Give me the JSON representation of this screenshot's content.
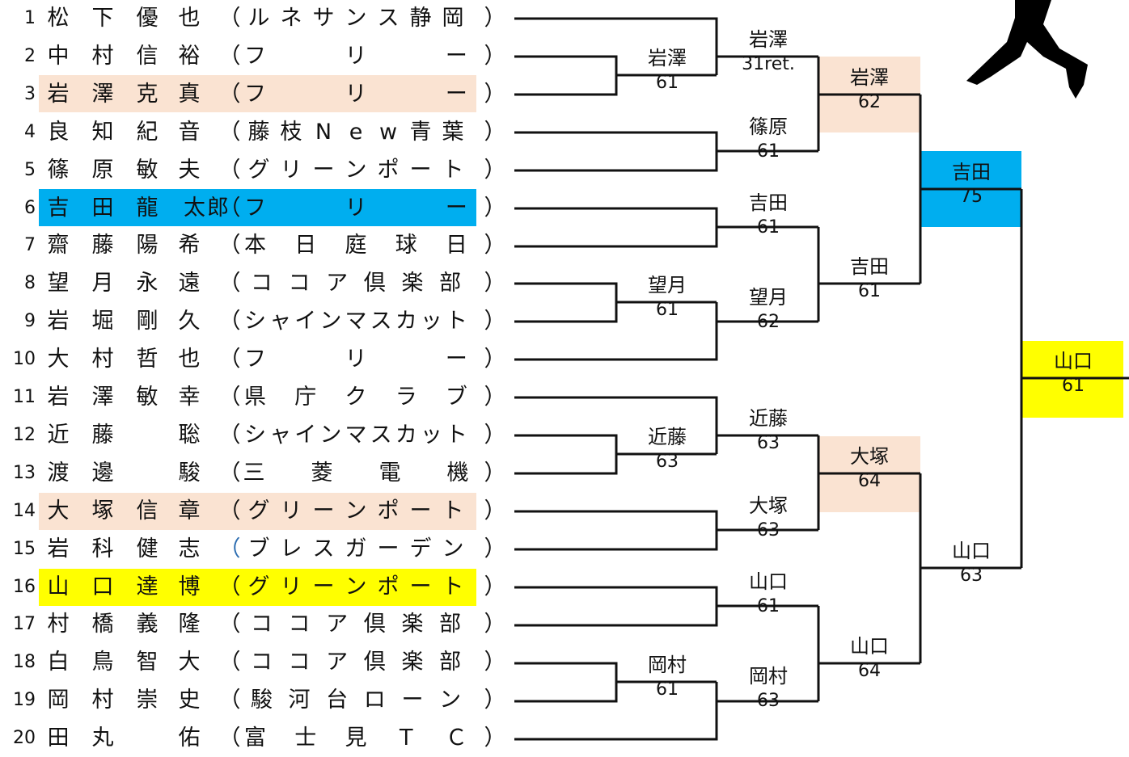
{
  "players": [
    {
      "num": "1",
      "name": [
        "松",
        "下",
        "優",
        "也"
      ],
      "club": "ルネサンス静岡"
    },
    {
      "num": "2",
      "name": [
        "中",
        "村",
        "信",
        "裕"
      ],
      "club": "フ　　　リ　　　ー"
    },
    {
      "num": "3",
      "name": [
        "岩",
        "澤",
        "克",
        "真"
      ],
      "club": "フ　　　リ　　　ー"
    },
    {
      "num": "4",
      "name": [
        "良",
        "知",
        "紀",
        "音"
      ],
      "club": "藤枝New青葉"
    },
    {
      "num": "5",
      "name": [
        "篠",
        "原",
        "敏",
        "夫"
      ],
      "club": "グリーンポート"
    },
    {
      "num": "6",
      "name": [
        "吉",
        "田",
        "龍",
        "太郎"
      ],
      "club": "フ　　　リ　　　ー"
    },
    {
      "num": "7",
      "name": [
        "齋",
        "藤",
        "陽",
        "希"
      ],
      "club": "本　日　庭　球　日"
    },
    {
      "num": "8",
      "name": [
        "望",
        "月",
        "永",
        "遠"
      ],
      "club": "ココア倶楽部"
    },
    {
      "num": "9",
      "name": [
        "岩",
        "堀",
        "剛",
        "久"
      ],
      "club": "シャインマスカット"
    },
    {
      "num": "10",
      "name": [
        "大",
        "村",
        "哲",
        "也"
      ],
      "club": "フ　　　リ　　　ー"
    },
    {
      "num": "11",
      "name": [
        "岩",
        "澤",
        "敏",
        "幸"
      ],
      "club": "県　庁　ク　ラ　ブ"
    },
    {
      "num": "12",
      "name": [
        "近",
        "藤",
        "",
        "聡"
      ],
      "club": "シャインマスカット"
    },
    {
      "num": "13",
      "name": [
        "渡",
        "邊",
        "",
        "駿"
      ],
      "club": "三　　菱　　電　　機"
    },
    {
      "num": "14",
      "name": [
        "大",
        "塚",
        "信",
        "章"
      ],
      "club": "グリーンポート"
    },
    {
      "num": "15",
      "name": [
        "岩",
        "科",
        "健",
        "志"
      ],
      "club": "ブレスガーデン"
    },
    {
      "num": "16",
      "name": [
        "山",
        "口",
        "達",
        "博"
      ],
      "club": "グリーンポート"
    },
    {
      "num": "17",
      "name": [
        "村",
        "橋",
        "義",
        "隆"
      ],
      "club": "ココア倶楽部"
    },
    {
      "num": "18",
      "name": [
        "白",
        "鳥",
        "智",
        "大"
      ],
      "club": "ココア倶楽部"
    },
    {
      "num": "19",
      "name": [
        "岡",
        "村",
        "崇",
        "史"
      ],
      "club": "駿河台ローン"
    },
    {
      "num": "20",
      "name": [
        "田",
        "丸",
        "",
        "佑"
      ],
      "club": "富　士　見　Ｔ　Ｃ"
    }
  ],
  "paren_open": "（",
  "paren_close": "）",
  "results": {
    "r1_a": {
      "name": "岩澤",
      "score": "61"
    },
    "r1_b": {
      "name": "望月",
      "score": "61"
    },
    "r1_c": {
      "name": "近藤",
      "score": "63"
    },
    "r1_d": {
      "name": "岡村",
      "score": "61"
    },
    "r2_a": {
      "name": "岩澤",
      "score": "31ret."
    },
    "r2_b": {
      "name": "篠原",
      "score": "61"
    },
    "r2_c": {
      "name": "吉田",
      "score": "61"
    },
    "r2_d": {
      "name": "望月",
      "score": "62"
    },
    "r2_e": {
      "name": "近藤",
      "score": "63"
    },
    "r2_f": {
      "name": "大塚",
      "score": "63"
    },
    "r2_g": {
      "name": "山口",
      "score": "61"
    },
    "r2_h": {
      "name": "岡村",
      "score": "63"
    },
    "qf_a": {
      "name": "岩澤",
      "score": "62"
    },
    "qf_b": {
      "name": "吉田",
      "score": "61"
    },
    "qf_c": {
      "name": "大塚",
      "score": "64"
    },
    "qf_d": {
      "name": "山口",
      "score": "64"
    },
    "sf_a": {
      "name": "吉田",
      "score": "75"
    },
    "sf_b": {
      "name": "山口",
      "score": "63"
    },
    "final": {
      "name": "山口",
      "score": "61"
    }
  },
  "colors": {
    "peach": "#fae3d2",
    "blue": "#00aeef",
    "yellow": "#ffff00",
    "line": "#111111"
  },
  "icons": {
    "silhouette": "runner-silhouette-icon"
  }
}
